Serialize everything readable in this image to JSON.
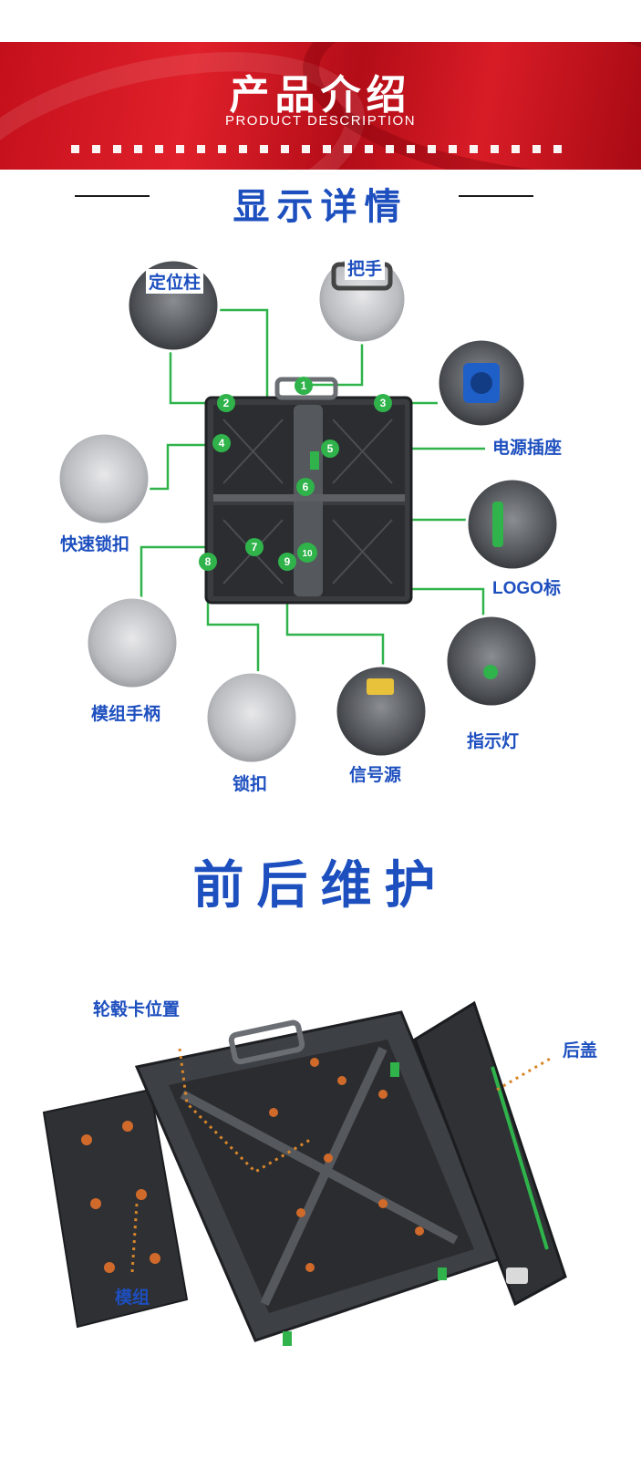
{
  "banner": {
    "title": "产品介绍",
    "subtitle": "PRODUCT DESCRIPTION"
  },
  "section1": {
    "title": "显示详情",
    "callouts": {
      "c1": "定位柱",
      "c2": "把手",
      "c3": "电源插座",
      "c4": "快速锁扣",
      "c5": "LOGO标",
      "c6": "模组手柄",
      "c7": "锁扣",
      "c8": "信号源",
      "c9": "指示灯"
    },
    "badges": [
      "1",
      "2",
      "3",
      "4",
      "5",
      "6",
      "7",
      "8",
      "9",
      "10"
    ]
  },
  "section2": {
    "title": "前后维护",
    "labels": {
      "hub_card": "轮毂卡位置",
      "back_cover": "后盖",
      "module": "模组"
    }
  },
  "colors": {
    "brand_red": "#c4101c",
    "title_blue": "#1d4fbf",
    "callout_green": "#2fb34a"
  }
}
